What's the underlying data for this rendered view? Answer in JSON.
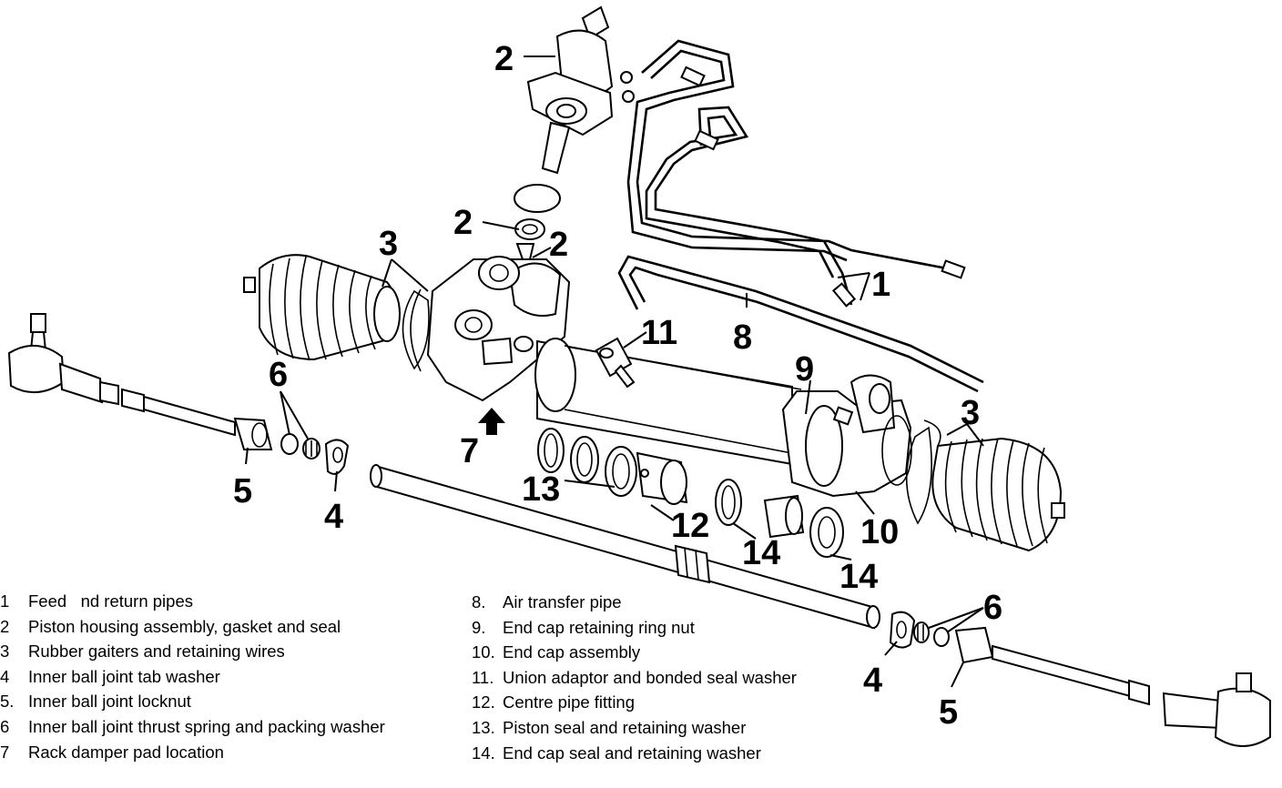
{
  "callouts": {
    "c2_top": "2",
    "c2_seal": "2",
    "c2_gasket": "2",
    "c3_left": "3",
    "c3_right": "3",
    "c1": "1",
    "c8": "8",
    "c11": "11",
    "c9": "9",
    "c6_left": "6",
    "c5_left": "5",
    "c4_left": "4",
    "c7": "7",
    "c13": "13",
    "c12": "12",
    "c14_a": "14",
    "c14_b": "14",
    "c10": "10",
    "c6_right": "6",
    "c4_right": "4",
    "c5_right": "5"
  },
  "legend": {
    "left": [
      {
        "num": "1",
        "text": "Feed   nd return pipes"
      },
      {
        "num": "2",
        "text": "Piston housing assembly, gasket and seal"
      },
      {
        "num": "3",
        "text": "Rubber gaiters and retaining wires"
      },
      {
        "num": "4",
        "text": "Inner ball joint tab washer"
      },
      {
        "num": "5.",
        "text": "Inner ball joint locknut"
      },
      {
        "num": "6",
        "text": "Inner ball joint thrust spring and packing washer"
      },
      {
        "num": "7",
        "text": "Rack damper pad location"
      }
    ],
    "right": [
      {
        "num": "8.",
        "text": "Air transfer pipe"
      },
      {
        "num": "9.",
        "text": "End cap retaining ring nut"
      },
      {
        "num": "10.",
        "text": "End cap assembly"
      },
      {
        "num": "11.",
        "text": "Union adaptor and bonded seal washer"
      },
      {
        "num": "12.",
        "text": "Centre pipe fitting"
      },
      {
        "num": "13.",
        "text": "Piston seal and retaining washer"
      },
      {
        "num": "14.",
        "text": "End cap seal and retaining washer"
      }
    ]
  }
}
